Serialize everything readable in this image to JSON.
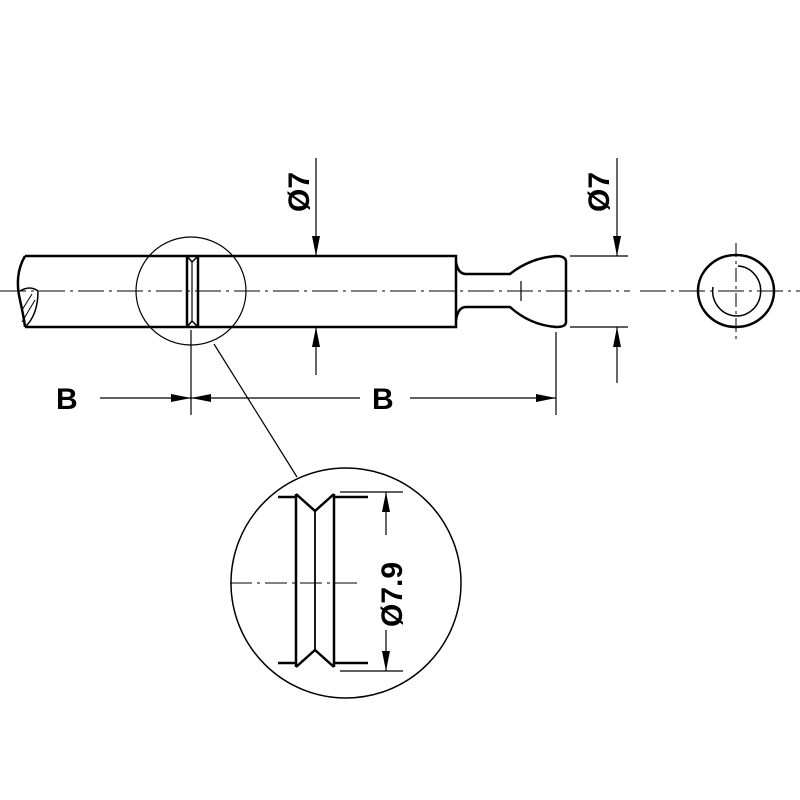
{
  "drawing": {
    "dim_shaft_diameter": "Ø7",
    "dim_head_diameter": "Ø7",
    "dim_left_b": "B",
    "dim_right_b": "B",
    "dim_groove_diameter": "Ø7.9"
  },
  "colors": {
    "line": "#000000",
    "background": "#ffffff"
  }
}
